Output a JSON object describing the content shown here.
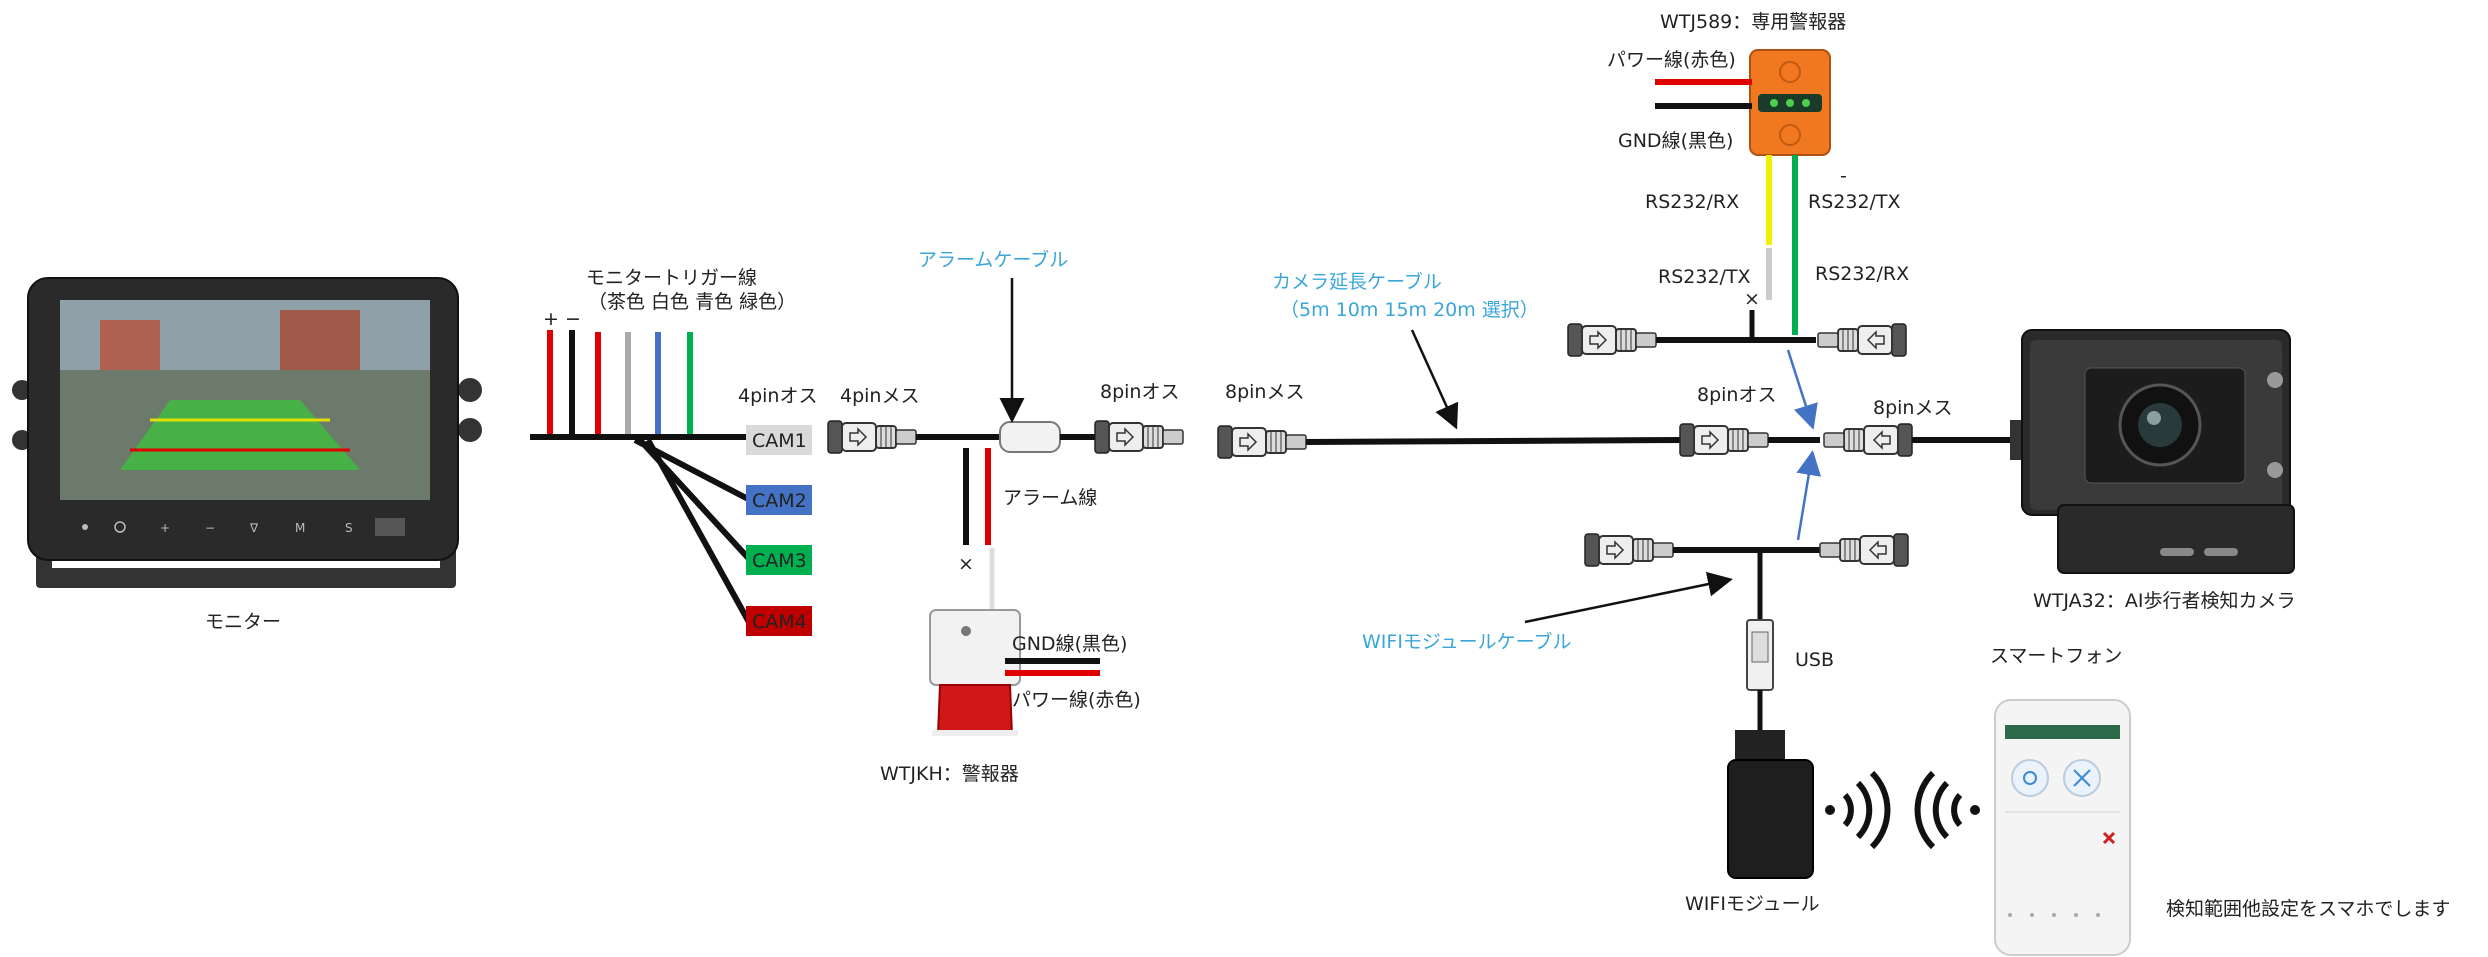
{
  "labels": {
    "monitor": "モニター",
    "trigger_title": "モニタートリガー線",
    "trigger_colors": "（茶色 白色 青色 緑色）",
    "plus": "+",
    "minus": "−",
    "pin4_male": "4pinオス",
    "pin4_female": "4pinメス",
    "alarm_cable": "アラームケーブル",
    "pin8_male_1": "8pinオス",
    "pin8_female_1": "8pinメス",
    "alarm_wire": "アラーム線",
    "cross_1": "×",
    "alarm_gnd": "GND線(黒色)",
    "alarm_power": "パワー線(赤色)",
    "siren": "WTJKH：警報器",
    "ext_cable": "カメラ延長ケーブル",
    "ext_lengths": "（5m 10m 15m 20m 選択）",
    "wtj589": "WTJ589：専用警報器",
    "w589_power": "パワー線(赤色)",
    "w589_gnd": "GND線(黒色)",
    "rs232_rx_left": "RS232/RX",
    "rs232_tx_right": "RS232/TX",
    "rs232_tx_left": "RS232/TX",
    "rs232_rx_right": "RS232/RX",
    "dash": "-",
    "cross_2": "×",
    "pin8_male_2": "8pinオス",
    "pin8_female_2": "8pinメス",
    "camera": "WTJA32：AI歩行者検知カメラ",
    "wifi_cable": "WIFIモジュールケーブル",
    "usb": "USB",
    "smartphone": "スマートフォン",
    "wifi_module": "WIFIモジュール",
    "note": "検知範囲他設定をスマホでします"
  },
  "cams": [
    {
      "label": "CAM1",
      "color": "#d9d9d9"
    },
    {
      "label": "CAM2",
      "color": "#4472c4"
    },
    {
      "label": "CAM3",
      "color": "#00b050"
    },
    {
      "label": "CAM4",
      "color": "#c00000"
    }
  ],
  "trigger_wire_colors": [
    "#e00000",
    "#111111",
    "#e00000",
    "#aaaaaa",
    "#4472c4",
    "#00b050"
  ],
  "colors": {
    "accent_text": "#3aa6d8",
    "arrow_blue": "#4472c4",
    "w589_orange": "#f07820"
  }
}
